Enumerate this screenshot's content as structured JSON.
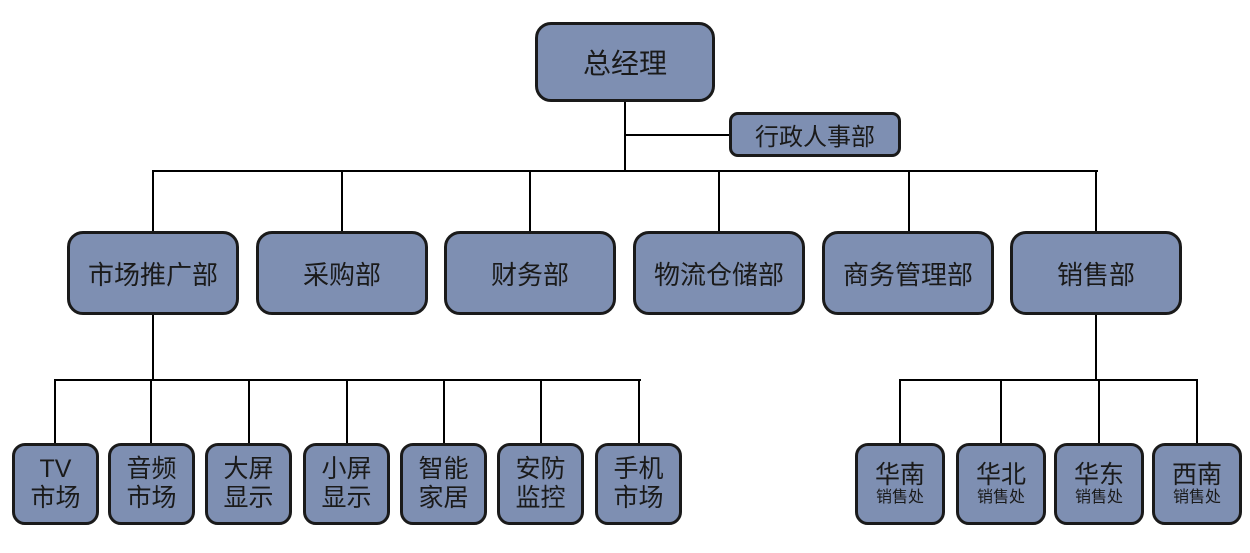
{
  "colors": {
    "node_fill": "#7E8FB2",
    "node_border": "#1a1a1a",
    "line_color": "#000000",
    "text_color": "#1a1a1a",
    "background": "#ffffff"
  },
  "org": {
    "root": {
      "label": "总经理"
    },
    "staff": {
      "label": "行政人事部"
    },
    "departments": [
      {
        "label": "市场推广部"
      },
      {
        "label": "采购部"
      },
      {
        "label": "财务部"
      },
      {
        "label": "物流仓储部"
      },
      {
        "label": "商务管理部"
      },
      {
        "label": "销售部"
      }
    ],
    "marketing_children": [
      {
        "line1": "TV",
        "line2": "市场"
      },
      {
        "line1": "音频",
        "line2": "市场"
      },
      {
        "line1": "大屏",
        "line2": "显示"
      },
      {
        "line1": "小屏",
        "line2": "显示"
      },
      {
        "line1": "智能",
        "line2": "家居"
      },
      {
        "line1": "安防",
        "line2": "监控"
      },
      {
        "line1": "手机",
        "line2": "市场"
      }
    ],
    "sales_children": [
      {
        "region": "华南",
        "suffix": "销售处"
      },
      {
        "region": "华北",
        "suffix": "销售处"
      },
      {
        "region": "华东",
        "suffix": "销售处"
      },
      {
        "region": "西南",
        "suffix": "销售处"
      }
    ]
  }
}
